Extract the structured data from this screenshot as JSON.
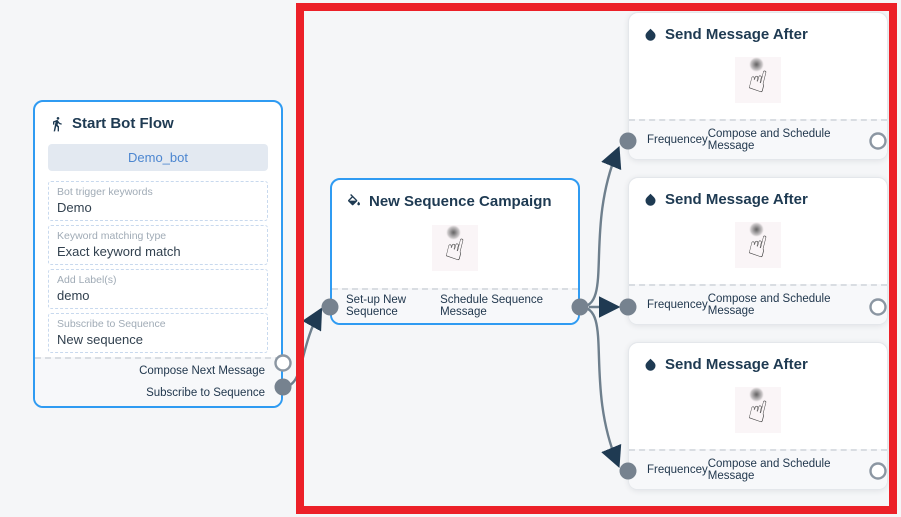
{
  "nodes": {
    "start": {
      "title": "Start Bot Flow",
      "icon": "walking-person-icon",
      "bot_button": "Demo_bot",
      "fields": [
        {
          "label": "Bot trigger keywords",
          "value": "Demo"
        },
        {
          "label": "Keyword matching type",
          "value": "Exact keyword match"
        },
        {
          "label": "Add Label(s)",
          "value": "demo"
        },
        {
          "label": "Subscribe to Sequence",
          "value": "New sequence"
        }
      ],
      "outputs": [
        {
          "label": "Compose Next Message",
          "port_style": "empty"
        },
        {
          "label": "Subscribe to Sequence",
          "port_style": "filled"
        }
      ]
    },
    "sequence": {
      "title": "New Sequence Campaign",
      "icon": "ink-bucket-icon",
      "input_label": "Set-up New Sequence",
      "output_label": "Schedule Sequence Message"
    },
    "messages": [
      {
        "title": "Send Message After",
        "icon": "water-drop-icon",
        "input_label": "Frequencey",
        "output_label": "Compose and Schedule Message"
      },
      {
        "title": "Send Message After",
        "icon": "water-drop-icon",
        "input_label": "Frequencey",
        "output_label": "Compose and Schedule Message"
      },
      {
        "title": "Send Message After",
        "icon": "water-drop-icon",
        "input_label": "Frequencey",
        "output_label": "Compose and Schedule Message"
      }
    ]
  },
  "colors": {
    "canvas_bg": "#f5f6f8",
    "node_accent_blue": "#2f9bf2",
    "header_navy": "#1e3a52",
    "connector_gray": "#6e7f8d",
    "arrowhead_navy": "#1f3a52",
    "port_fill_gray": "#76828f",
    "highlight_red": "#ec2028",
    "bot_button_bg": "#e3e9f1",
    "bot_button_text": "#4c86d0"
  }
}
